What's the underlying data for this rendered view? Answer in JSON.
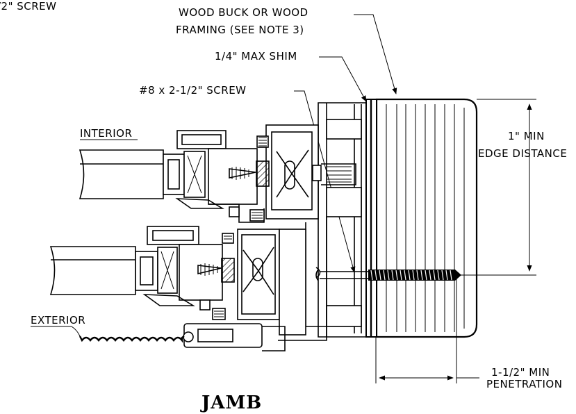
{
  "labels": {
    "screw_top_left": "/2\" SCREW",
    "wood_buck_line1": "WOOD BUCK OR WOOD",
    "wood_buck_line2": "FRAMING (SEE NOTE 3)",
    "max_shim": "1/4\" MAX SHIM",
    "screw": "#8 x 2-1/2\" SCREW",
    "interior": "INTERIOR",
    "exterior": "EXTERIOR",
    "edge_line1": "1\" MIN",
    "edge_line2": "EDGE DISTANCE",
    "pen_line1": "1-1/2\" MIN",
    "pen_line2": "PENETRATION",
    "title": "JAMB"
  }
}
